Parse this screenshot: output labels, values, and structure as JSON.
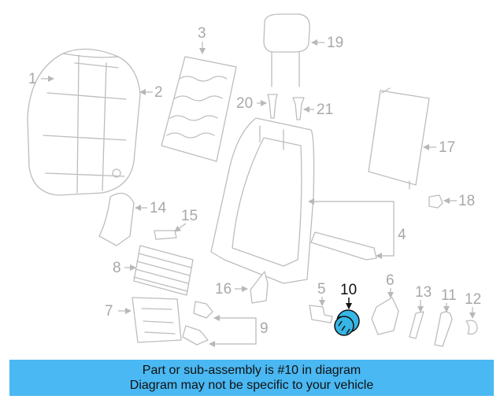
{
  "banner": {
    "line1": "Part or sub-assembly is #10 in diagram",
    "line2": "Diagram may not be specific to your vehicle"
  },
  "callouts": {
    "c1": "1",
    "c2": "2",
    "c3": "3",
    "c4": "4",
    "c5": "5",
    "c6": "6",
    "c7": "7",
    "c8": "8",
    "c9": "9",
    "c10": "10",
    "c11": "11",
    "c12": "12",
    "c13": "13",
    "c14": "14",
    "c15": "15",
    "c16": "16",
    "c17": "17",
    "c18": "18",
    "c19": "19",
    "c20": "20",
    "c21": "21"
  },
  "highlight": {
    "part": "10",
    "color": "#37b6e6"
  },
  "colors": {
    "banner": "#4ab8f2",
    "line_art": "#bdbdbd"
  }
}
